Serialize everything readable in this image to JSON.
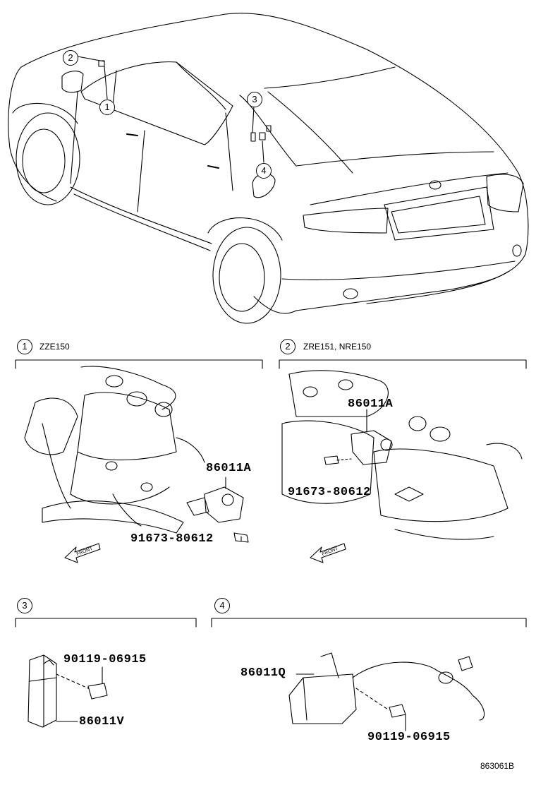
{
  "car_callouts": [
    "2",
    "1",
    "3",
    "4"
  ],
  "sections": [
    {
      "num": "1",
      "model": "ZZE150",
      "part": "86011A",
      "bolt": "91673-80612"
    },
    {
      "num": "2",
      "model": "ZRE151, NRE150",
      "part": "86011A",
      "bolt": "91673-80612"
    },
    {
      "num": "3",
      "part": "86011V",
      "bolt": "90119-06915"
    },
    {
      "num": "4",
      "part": "86011Q",
      "bolt": "90119-06915"
    }
  ],
  "front_label": "FRONT",
  "figure_ref": "863061B"
}
